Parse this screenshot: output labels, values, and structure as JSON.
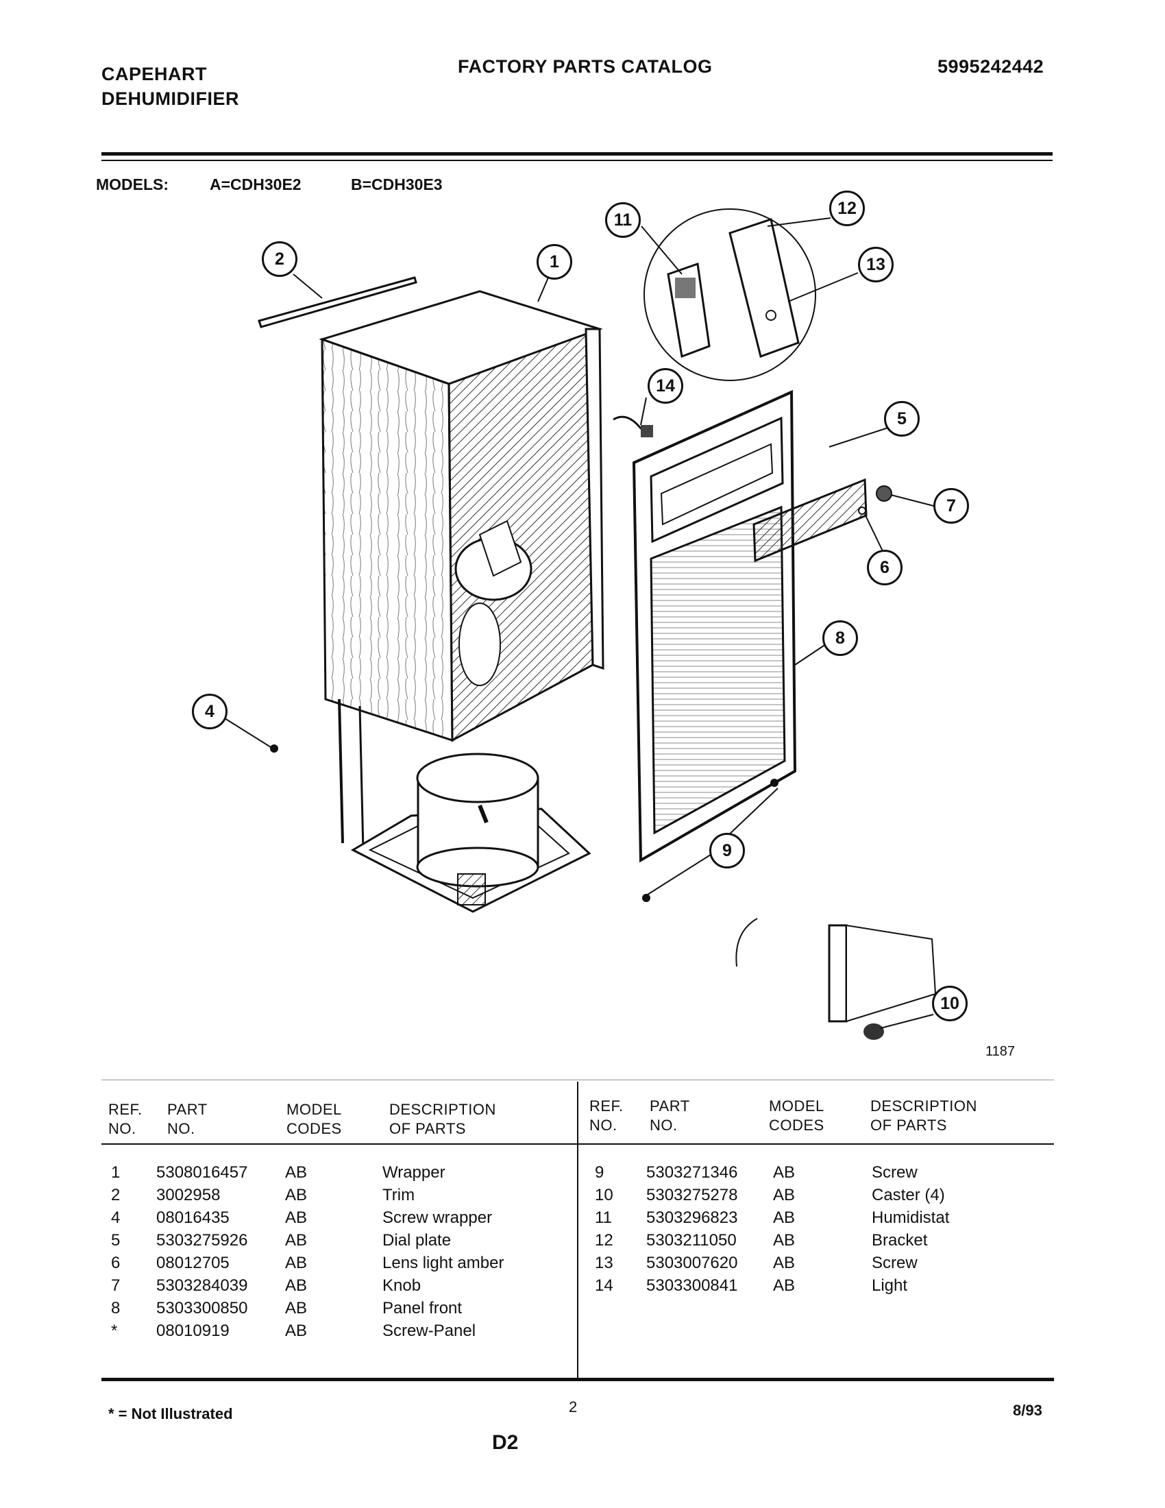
{
  "header": {
    "brand": "CAPEHART",
    "product": "DEHUMIDIFIER",
    "title": "FACTORY PARTS CATALOG",
    "catalog_number": "5995242442"
  },
  "models": {
    "label": "MODELS:",
    "a": "A=CDH30E2",
    "b": "B=CDH30E3"
  },
  "diagram": {
    "callouts": [
      "1",
      "2",
      "4",
      "5",
      "6",
      "7",
      "8",
      "9",
      "10",
      "11",
      "12",
      "13",
      "14"
    ],
    "figure_number": "1187"
  },
  "table": {
    "headers": {
      "ref": [
        "REF.",
        "NO."
      ],
      "part": [
        "PART",
        "NO."
      ],
      "model": [
        "MODEL",
        "CODES"
      ],
      "desc": [
        "DESCRIPTION",
        "OF PARTS"
      ]
    },
    "left_rows": [
      {
        "ref": "1",
        "part": "5308016457",
        "codes": "AB",
        "desc": "Wrapper"
      },
      {
        "ref": "2",
        "part": "3002958",
        "codes": "AB",
        "desc": "Trim"
      },
      {
        "ref": "4",
        "part": "08016435",
        "codes": "AB",
        "desc": "Screw wrapper"
      },
      {
        "ref": "5",
        "part": "5303275926",
        "codes": "AB",
        "desc": "Dial plate"
      },
      {
        "ref": "6",
        "part": "08012705",
        "codes": "AB",
        "desc": "Lens light amber"
      },
      {
        "ref": "7",
        "part": "5303284039",
        "codes": "AB",
        "desc": "Knob"
      },
      {
        "ref": "8",
        "part": "5303300850",
        "codes": "AB",
        "desc": "Panel front"
      },
      {
        "ref": "*",
        "part": "08010919",
        "codes": "AB",
        "desc": "Screw-Panel"
      }
    ],
    "right_rows": [
      {
        "ref": "9",
        "part": "5303271346",
        "codes": "AB",
        "desc": "Screw"
      },
      {
        "ref": "10",
        "part": "5303275278",
        "codes": "AB",
        "desc": "Caster (4)"
      },
      {
        "ref": "11",
        "part": "5303296823",
        "codes": "AB",
        "desc": "Humidistat"
      },
      {
        "ref": "12",
        "part": "5303211050",
        "codes": "AB",
        "desc": "Bracket"
      },
      {
        "ref": "13",
        "part": "5303007620",
        "codes": "AB",
        "desc": "Screw"
      },
      {
        "ref": "14",
        "part": "5303300841",
        "codes": "AB",
        "desc": "Light"
      }
    ]
  },
  "footer": {
    "note": "* = Not Illustrated",
    "page": "2",
    "date": "8/93",
    "code": "D2"
  }
}
